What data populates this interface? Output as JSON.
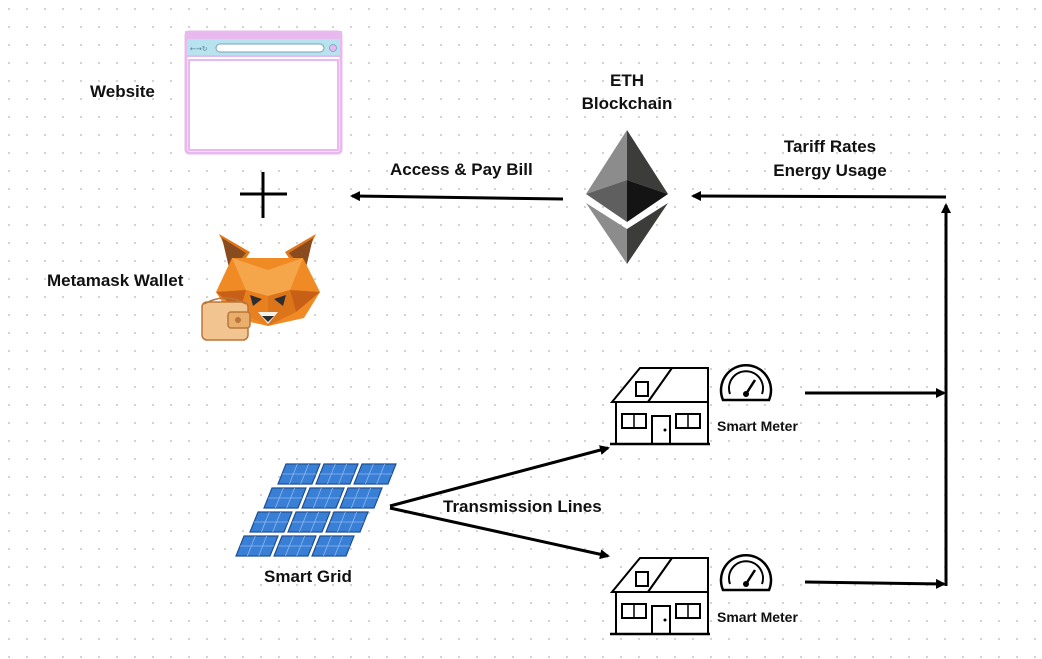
{
  "labels": {
    "website": "Website",
    "metamask": "Metamask Wallet",
    "eth_line1": "ETH",
    "eth_line2": "Blockchain",
    "access_pay": "Access & Pay Bill",
    "tariff_line1": "Tariff Rates",
    "tariff_line2": "Energy Usage",
    "transmission": "Transmission Lines",
    "smart_grid": "Smart Grid",
    "smart_meter_1": "Smart Meter",
    "smart_meter_2": "Smart Meter"
  },
  "icons": [
    "browser-window-icon",
    "plus-icon",
    "metamask-fox-icon",
    "wallet-icon",
    "ethereum-icon",
    "house-icon",
    "meter-gauge-icon",
    "solar-panel-icon"
  ],
  "colors": {
    "browser_frame": "#e7b9ef",
    "browser_bar": "#b7e3ee",
    "fox_orange": "#f08a24",
    "wallet": "#f2c48f",
    "eth_dark": "#3a3a3a",
    "solar_blue": "#3a7fd6",
    "line": "#000000"
  }
}
